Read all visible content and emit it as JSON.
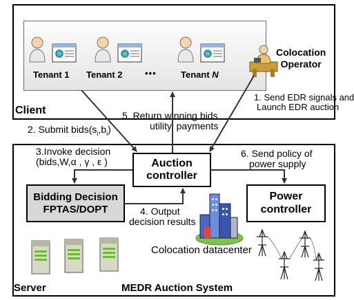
{
  "client": {
    "panel_label": "Client",
    "tenants": [
      "Tenant 1",
      "Tenant 2",
      "Tenant"
    ],
    "tenant_n_italic": "N",
    "ellipsis": "•••",
    "operator_line1": "Colocation",
    "operator_line2": "Operator"
  },
  "steps": {
    "step1_line1": "1. Send EDR signals and",
    "step1_line2": "Launch EDR auction",
    "step2_prefix": "2. Submit bids(s",
    "step2_mid": ",b",
    "step2_suffix": ")",
    "step2_sub": "i",
    "step3_line1": "3.Invoke decision",
    "step3_line2": "(bids,W,",
    "step3_greek": "α , γ , ε )",
    "step4_line1": "4. Output",
    "step4_line2": "decision results",
    "step5_line1": "5. Return winning bids",
    "step5_line2": "utility, payments",
    "step6_line1": "6. Send policy of",
    "step6_line2": "power supply"
  },
  "system": {
    "auction_line1": "Auction",
    "auction_line2": "controller",
    "bidding_line1": "Bidding Decision",
    "bidding_line2": "FPTAS/DOPT",
    "power_line1": "Power",
    "power_line2": "controller",
    "datacenter_label": "Colocation datacenter",
    "server_label": "Server",
    "system_label": "MEDR Auction System"
  }
}
